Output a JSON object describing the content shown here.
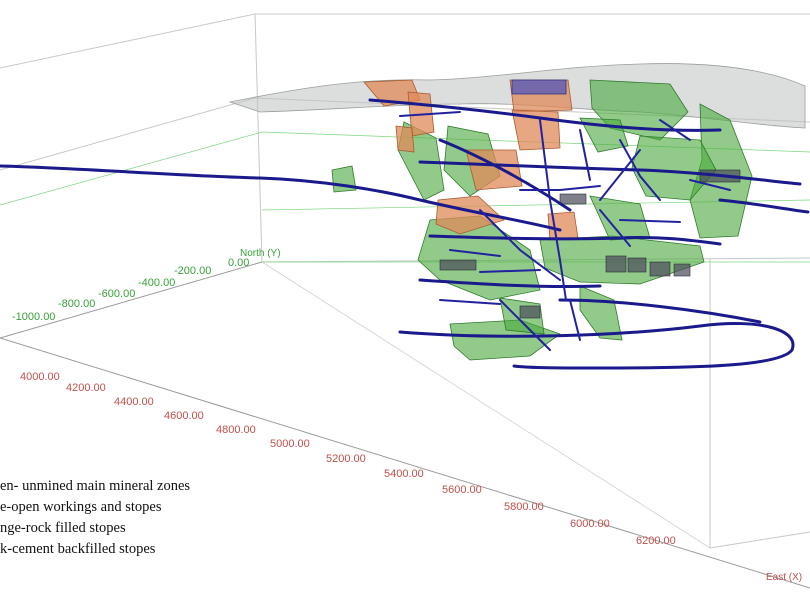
{
  "axes": {
    "north": {
      "title": "North (Y)",
      "ticks": [
        "0.00",
        "-200.00",
        "-400.00",
        "-600.00",
        "-800.00",
        "-1000.00"
      ]
    },
    "east": {
      "title": "East (X)",
      "ticks": [
        "4000.00",
        "4200.00",
        "4400.00",
        "4600.00",
        "4800.00",
        "5000.00",
        "5200.00",
        "5400.00",
        "5600.00",
        "5800.00",
        "6000.00",
        "6200.00"
      ]
    }
  },
  "colors": {
    "mineral_zones": "#4aa83a",
    "open_workings": "#e08a5a",
    "rock_filled": "#3a3a6a",
    "drifts": "#1a1a8c",
    "surface": "#b8bcbc"
  },
  "legend": {
    "items": [
      {
        "text": "en- unmined main mineral zones"
      },
      {
        "text": "e-open workings and stopes"
      },
      {
        "text": "nge-rock filled stopes"
      },
      {
        "text": "k-cement backfilled stopes"
      }
    ]
  }
}
